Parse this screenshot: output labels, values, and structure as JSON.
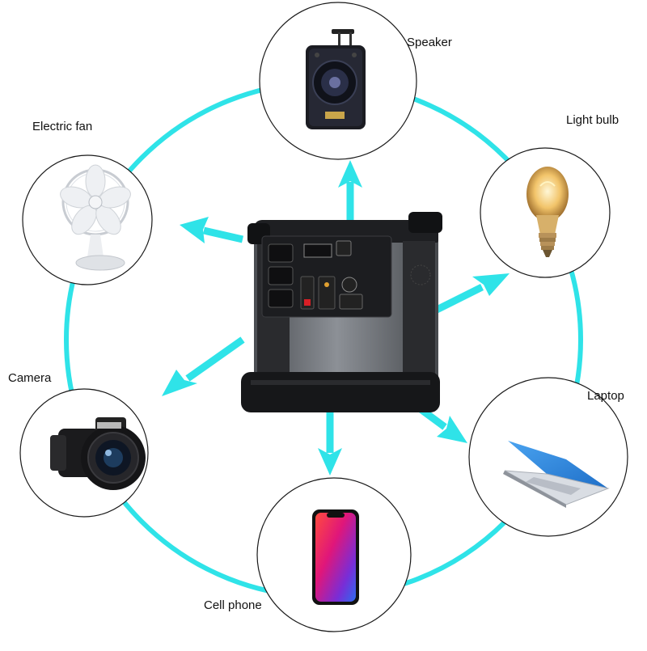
{
  "colors": {
    "connector": "#2FE3E8",
    "arrow": "#2FE3E8",
    "circle_stroke": "#1a1a1a",
    "station_body": "#5b5e63",
    "station_frame": "#1e1f22"
  },
  "hub": {
    "icon": "portable-power-station-icon"
  },
  "devices": [
    {
      "id": "speaker",
      "label": "Speaker",
      "icon": "speaker-icon"
    },
    {
      "id": "light-bulb",
      "label": "Light bulb",
      "icon": "light-bulb-icon"
    },
    {
      "id": "laptop",
      "label": "Laptop",
      "icon": "laptop-icon"
    },
    {
      "id": "cell-phone",
      "label": "Cell phone",
      "icon": "cell-phone-icon"
    },
    {
      "id": "camera",
      "label": "Camera",
      "icon": "camera-icon"
    },
    {
      "id": "electric-fan",
      "label": "Electric fan",
      "icon": "electric-fan-icon"
    }
  ]
}
